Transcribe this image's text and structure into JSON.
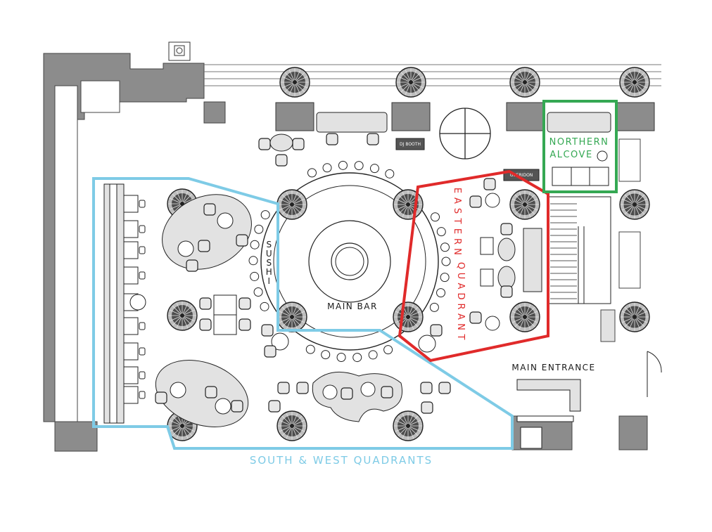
{
  "labels": {
    "main_bar": "MAIN BAR",
    "sushi": "SUSHI",
    "eastern_quadrant": "EASTERN QUADRANT",
    "northern_alcove": "NORTHERN ALCOVE",
    "northern_line1": "NORTHERN",
    "northern_line2": "ALCOVE",
    "south_west_quadrants": "SOUTH & WEST QUADRANTS",
    "main_entrance": "MAIN ENTRANCE",
    "dj_booth": "DJ BOOTH",
    "gueridon": "GUERIDON"
  },
  "zones": [
    {
      "name": "SOUTH & WEST QUADRANTS",
      "color": "#7ecbe6"
    },
    {
      "name": "EASTERN QUADRANT",
      "color": "#e02a2a"
    },
    {
      "name": "NORTHERN ALCOVE",
      "color": "#35a853"
    }
  ],
  "colors": {
    "wall": "#8c8c8c",
    "furniture_fill": "#e2e2e2",
    "line": "#2a2a2a",
    "south_west": "#7ecbe6",
    "eastern": "#e02a2a",
    "northern": "#35a853"
  },
  "icons": {
    "accessibility": "wheelchair-icon",
    "palm": "palm-tree-icon"
  }
}
